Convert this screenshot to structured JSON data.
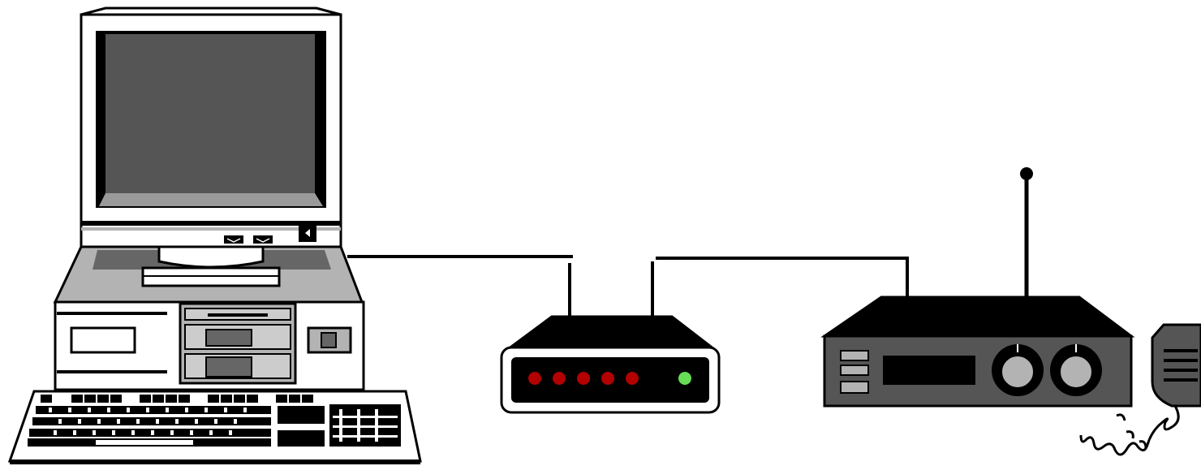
{
  "diagram": {
    "devices": [
      {
        "id": "computer",
        "icon": "desktop-computer-icon"
      },
      {
        "id": "modem",
        "icon": "modem-icon"
      },
      {
        "id": "radio",
        "icon": "radio-transceiver-icon"
      }
    ],
    "connections": [
      {
        "from": "computer",
        "to": "modem"
      },
      {
        "from": "modem",
        "to": "radio"
      }
    ],
    "modem_leds": {
      "red_count": 5,
      "green_count": 1,
      "red_color": "#b30000",
      "green_color": "#66dd55"
    },
    "colors": {
      "outline": "#000000",
      "screen": "#555555",
      "light_gray": "#b3b3b3",
      "dark_gray": "#444444",
      "background": "#ffffff"
    }
  }
}
